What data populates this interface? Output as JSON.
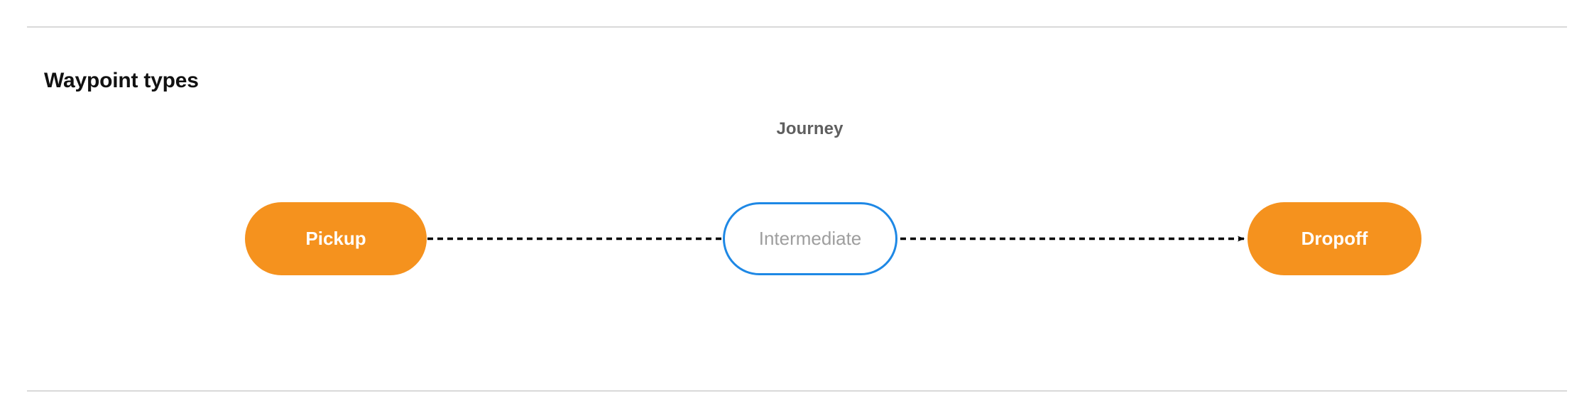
{
  "section": {
    "title": "Waypoint types"
  },
  "diagram": {
    "group_label": "Journey",
    "nodes": [
      {
        "id": "pickup",
        "label": "Pickup",
        "style": "filled",
        "fill": "#f5921e",
        "text_color": "#ffffff",
        "border_color": "none",
        "shape": "pill"
      },
      {
        "id": "intermediate",
        "label": "Intermediate",
        "style": "outlined",
        "fill": "#ffffff",
        "text_color": "#9e9e9e",
        "border_color": "#1e88e5",
        "shape": "pill"
      },
      {
        "id": "dropoff",
        "label": "Dropoff",
        "style": "filled",
        "fill": "#f5921e",
        "text_color": "#ffffff",
        "border_color": "none",
        "shape": "pill"
      }
    ],
    "edges": [
      {
        "id": "pickup-to-intermediate",
        "from": "pickup",
        "to": "intermediate",
        "line_style": "dashed",
        "color": "#000000",
        "arrowhead": false
      },
      {
        "id": "intermediate-to-dropoff",
        "from": "intermediate",
        "to": "dropoff",
        "line_style": "dashed",
        "color": "#000000",
        "arrowhead": true
      }
    ]
  },
  "theme": {
    "background": "#ffffff",
    "divider_color": "#d9d9d9",
    "accent_orange": "#f5921e",
    "accent_blue": "#1e88e5",
    "muted_text": "#9e9e9e",
    "label_text": "#5f5f5f"
  }
}
